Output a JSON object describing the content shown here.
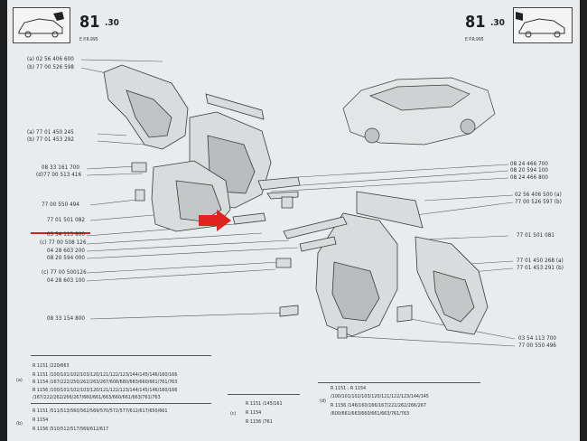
{
  "header": {
    "page_number": "81",
    "page_subnumber": ".30",
    "page_code": "E    P.R.995"
  },
  "labels": {
    "l1": "(a) 02 56 406 600",
    "l2": "(b) 77 00 526 598",
    "l3": "(a) 77 01 450 245",
    "l4": "(b) 77 01 453 292",
    "l5": "08 33 161 700",
    "l6": "(d)77 00 513 416",
    "l7": "77 00 550 494",
    "l8": "77 01 501 082",
    "l9": "03 54 113 800",
    "l10": "(c) 77 00 508 126",
    "l11": "04 28 603 200",
    "l12": "08 20 594 000",
    "l13": "(c) 77 00 500126",
    "l14": "04 28 603 100",
    "l15": "08 33 154 800",
    "r1": "08 24 466 700",
    "r2": "08 20 594 100",
    "r3": "08 24 466 800",
    "r4": "02 56 406 500 (a)",
    "r5": "77 00 526 597 (b)",
    "r6": "77 01 501 081",
    "r7": "77 01 450 268 (a)",
    "r8": "77 01 453 291 (b)",
    "r9": "03 54 113 700",
    "r10": "77 00 550 496"
  },
  "table": {
    "a": {
      "tag": "(a)",
      "r1": "R 1151    /220/663",
      "r2": "R 1151    /100/101/102/103/120/121/122/123/144/145/146/160/166",
      "r3": "R 1154    /167/222/250/262/263/267/608/680/683/660/661/761/763",
      "r4": "R 1156    /100/101/102/103/120/121/122/123/144/145/146/160/166",
      "r5": "             /167/222/262/266/267/660/661/663/660/661/663/761/763"
    },
    "b": {
      "tag": "(b)",
      "r1": "R 1151    /511/513/560/562/569/570/572/577/612/617/650/661",
      "r2": "R 1154",
      "r3": "R 1156    /510/512/517/569/612/617"
    },
    "c": {
      "tag": "(c)",
      "r1": "R 1151      /145/161",
      "r2": "R 1154",
      "r3": "R 1156      /761"
    },
    "d": {
      "tag": "(d)",
      "r1": "R 1151 , R 1154",
      "r2": "          /100/101/102/103/120/121/122/123/144/145",
      "r3": "R 1156  /146/160/166/167/222/262/266/267",
      "r4": "          /600/661/663/660/661/663/761/763"
    }
  }
}
